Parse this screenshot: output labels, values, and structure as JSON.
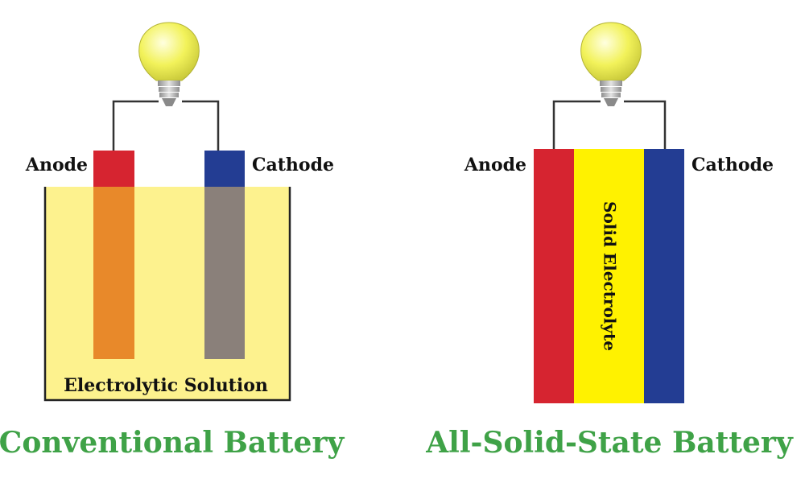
{
  "conventional": {
    "anode_label": "Anode",
    "cathode_label": "Cathode",
    "electrolyte_label": "Electrolytic Solution",
    "title": "Conventional Battery"
  },
  "solid_state": {
    "anode_label": "Anode",
    "cathode_label": "Cathode",
    "electrolyte_label": "Solid Electrolyte",
    "title": "All-Solid-State Battery"
  },
  "colors": {
    "anode": "#d62430",
    "anode_immersed": "#e8892a",
    "cathode": "#233d93",
    "cathode_immersed": "#8a807a",
    "solution": "#fdf28e",
    "solid_electrolyte": "#fff200",
    "title": "#3fa247",
    "bulb": "#f2f25a",
    "bulb_base": "#b9b9b9",
    "wire": "#333333"
  },
  "icons": [
    "light-bulb-icon",
    "light-bulb-icon"
  ]
}
